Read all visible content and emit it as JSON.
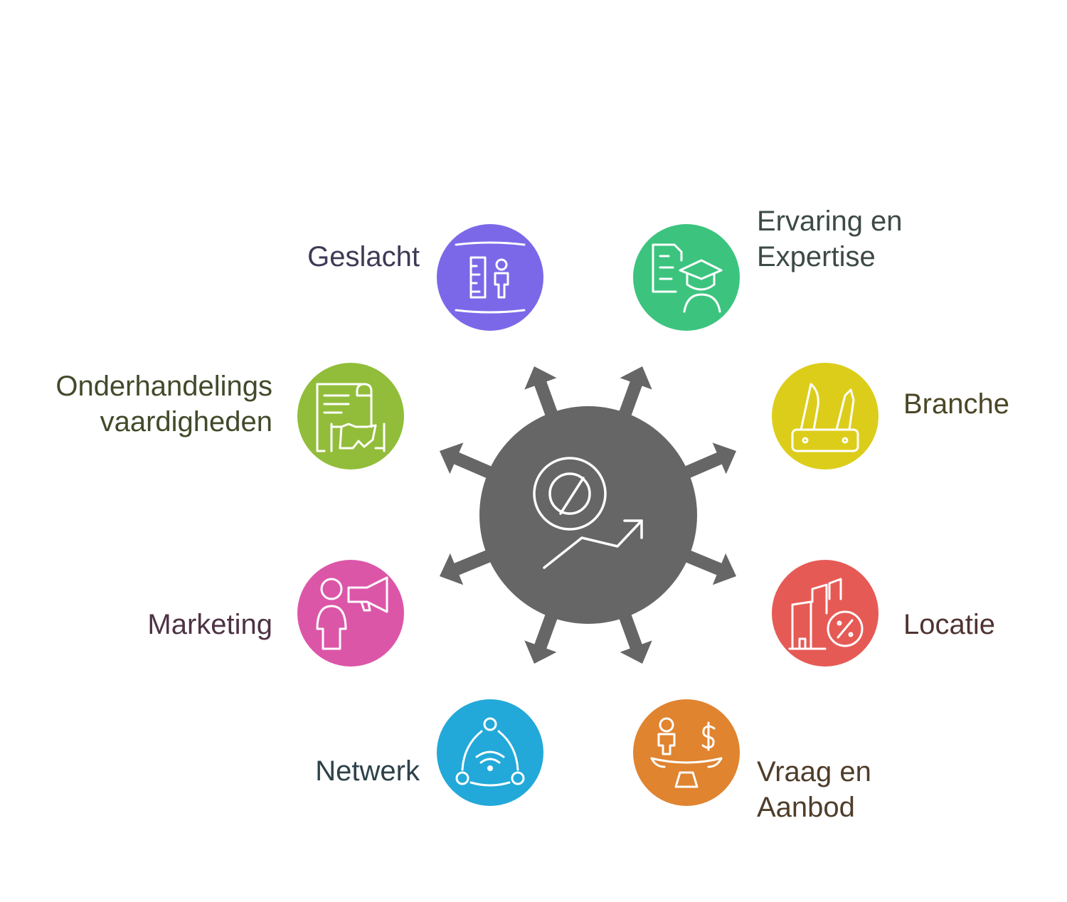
{
  "factors": [
    {
      "id": "geslacht",
      "lines": [
        "Geslacht"
      ],
      "color": "#7b68e8",
      "text_color": "#3d3a55",
      "icon": "height-measure-person-icon"
    },
    {
      "id": "ervaring",
      "lines": [
        "Ervaring en",
        "Expertise"
      ],
      "color": "#3cc47f",
      "text_color": "#3d4a44",
      "icon": "document-graduate-icon"
    },
    {
      "id": "branche",
      "lines": [
        "Branche"
      ],
      "color": "#dccd1a",
      "text_color": "#4a4626",
      "icon": "multitool-icon"
    },
    {
      "id": "locatie",
      "lines": [
        "Locatie"
      ],
      "color": "#e65a55",
      "text_color": "#4f3431",
      "icon": "buildings-percent-icon"
    },
    {
      "id": "vraag",
      "lines": [
        "Vraag en",
        "Aanbod"
      ],
      "color": "#e08430",
      "text_color": "#4f3d2a",
      "icon": "balance-scale-icon"
    },
    {
      "id": "netwerk",
      "lines": [
        "Netwerk"
      ],
      "color": "#22a9d9",
      "text_color": "#2d414a",
      "icon": "network-wifi-icon"
    },
    {
      "id": "marketing",
      "lines": [
        "Marketing"
      ],
      "color": "#dc56a8",
      "text_color": "#4d3344",
      "icon": "person-megaphone-icon"
    },
    {
      "id": "onderhandeling",
      "lines": [
        "Onderhandelings",
        "vaardigheden"
      ],
      "color": "#92bd3a",
      "text_color": "#414a2a",
      "icon": "contract-handshake-icon"
    }
  ],
  "center": {
    "color": "#666666",
    "icon": "cent-growth-arrow-icon"
  }
}
